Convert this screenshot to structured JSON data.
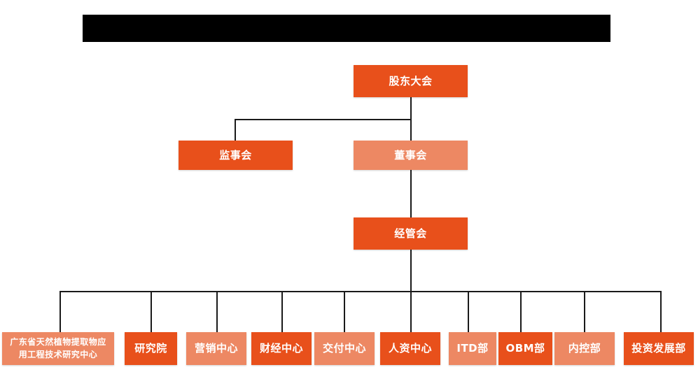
{
  "page": {
    "title_banner": {
      "name": "redacted-title-banner",
      "text": ""
    },
    "background_color": "#ffffff",
    "colors": {
      "dark_orange": "#E8501B",
      "light_orange": "#ED8863",
      "connector_line": "#1a1a1a",
      "banner": "#000000",
      "node_text": "#ffffff"
    }
  },
  "chart_data": {
    "type": "diagram",
    "subtype": "organization-chart",
    "title": "",
    "orientation": "top-down",
    "levels": 4,
    "nodes": [
      {
        "id": "shareholders",
        "label": "股东大会",
        "level": 1,
        "tone": "dark",
        "parent": null
      },
      {
        "id": "supervisors",
        "label": "监事会",
        "level": 2,
        "tone": "dark",
        "parent": "shareholders"
      },
      {
        "id": "directors",
        "label": "董事会",
        "level": 2,
        "tone": "light",
        "parent": "shareholders"
      },
      {
        "id": "management",
        "label": "经管会",
        "level": 3,
        "tone": "dark",
        "parent": "directors"
      },
      {
        "id": "research-ctr",
        "label": "广东省天然植物提取物应用工程技术研究中心",
        "label_lines": [
          "广东省天然植物提取物应",
          "用工程技术研究中心"
        ],
        "level": 4,
        "tone": "light",
        "parent": "management"
      },
      {
        "id": "institute",
        "label": "研究院",
        "level": 4,
        "tone": "dark",
        "parent": "management"
      },
      {
        "id": "marketing",
        "label": "营销中心",
        "level": 4,
        "tone": "light",
        "parent": "management"
      },
      {
        "id": "finance",
        "label": "财经中心",
        "level": 4,
        "tone": "dark",
        "parent": "management"
      },
      {
        "id": "delivery",
        "label": "交付中心",
        "level": 4,
        "tone": "light",
        "parent": "management"
      },
      {
        "id": "hr",
        "label": "人资中心",
        "level": 4,
        "tone": "dark",
        "parent": "management"
      },
      {
        "id": "itd",
        "label": "ITD部",
        "level": 4,
        "tone": "light",
        "parent": "management"
      },
      {
        "id": "obm",
        "label": "OBM部",
        "level": 4,
        "tone": "dark",
        "parent": "management"
      },
      {
        "id": "internal-ctrl",
        "label": "内控部",
        "level": 4,
        "tone": "light",
        "parent": "management"
      },
      {
        "id": "investment",
        "label": "投资发展部",
        "level": 4,
        "tone": "dark",
        "parent": "management"
      }
    ]
  }
}
